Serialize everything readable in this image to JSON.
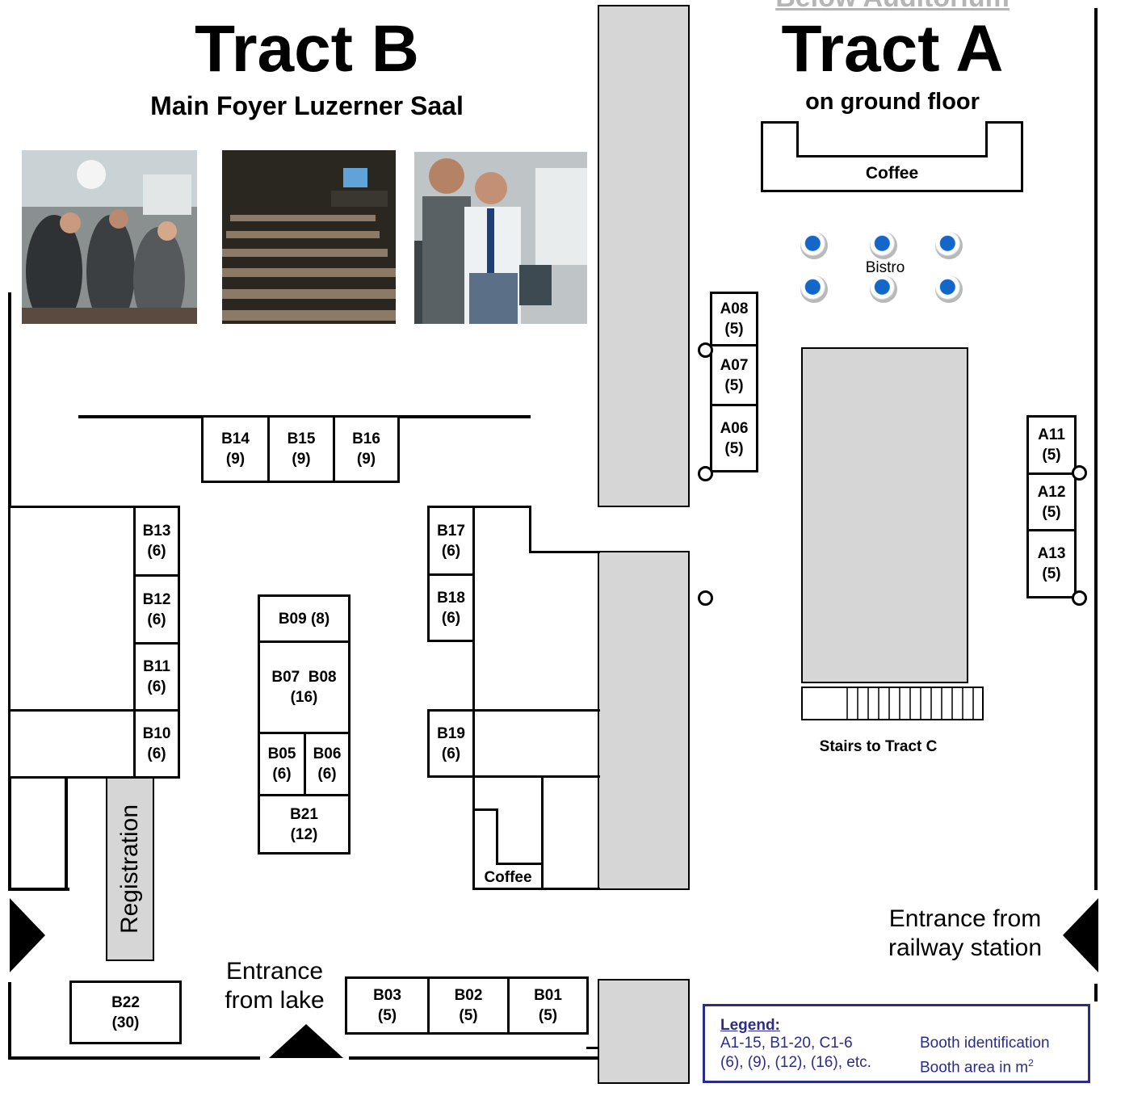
{
  "headers": {
    "tract_b_title": "Tract B",
    "tract_b_subtitle": "Main Foyer Luzerner Saal",
    "tract_a_title": "Tract A",
    "tract_a_subtitle": "on ground floor",
    "top_link": "Below Auditorium"
  },
  "photos": [
    {
      "name": "exhibition-crowd-photo"
    },
    {
      "name": "auditorium-photo"
    },
    {
      "name": "booth-conversation-photo"
    }
  ],
  "booths": {
    "B01": {
      "id": "B01",
      "area": "(5)"
    },
    "B02": {
      "id": "B02",
      "area": "(5)"
    },
    "B03": {
      "id": "B03",
      "area": "(5)"
    },
    "B05": {
      "id": "B05",
      "area": "(6)"
    },
    "B06": {
      "id": "B06",
      "area": "(6)"
    },
    "B07B08": {
      "id": "B07  B08",
      "area": "(16)"
    },
    "B09": {
      "id": "B09 (8)"
    },
    "B10": {
      "id": "B10",
      "area": "(6)"
    },
    "B11": {
      "id": "B11",
      "area": "(6)"
    },
    "B12": {
      "id": "B12",
      "area": "(6)"
    },
    "B13": {
      "id": "B13",
      "area": "(6)"
    },
    "B14": {
      "id": "B14",
      "area": "(9)"
    },
    "B15": {
      "id": "B15",
      "area": "(9)"
    },
    "B16": {
      "id": "B16",
      "area": "(9)"
    },
    "B17": {
      "id": "B17",
      "area": "(6)"
    },
    "B18": {
      "id": "B18",
      "area": "(6)"
    },
    "B19": {
      "id": "B19",
      "area": "(6)"
    },
    "B21": {
      "id": "B21",
      "area": "(12)"
    },
    "B22": {
      "id": "B22",
      "area": "(30)"
    },
    "A06": {
      "id": "A06",
      "area": "(5)"
    },
    "A07": {
      "id": "A07",
      "area": "(5)"
    },
    "A08": {
      "id": "A08",
      "area": "(5)"
    },
    "A11": {
      "id": "A11",
      "area": "(5)"
    },
    "A12": {
      "id": "A12",
      "area": "(5)"
    },
    "A13": {
      "id": "A13",
      "area": "(5)"
    }
  },
  "areas": {
    "coffee_a": "Coffee",
    "coffee_b": "Coffee",
    "bistro": "Bistro",
    "registration": "Registration",
    "stairs": "Stairs to Tract C"
  },
  "entrances": {
    "lake": "Entrance\nfrom lake",
    "railway": "Entrance from\nrailway station"
  },
  "legend": {
    "title": "Legend:",
    "rows": [
      {
        "code": "A1-15, B1-20, C1-6",
        "desc": "Booth identification"
      },
      {
        "code": "(6), (9), (12), (16), etc.",
        "desc": "Booth area in m",
        "sup": "2"
      }
    ]
  },
  "colors": {
    "legend_text": "#2b2b8a",
    "bistro_dot": "#1267c8",
    "grey_block": "#d6d6d6",
    "top_link": "#b5b5b5"
  }
}
